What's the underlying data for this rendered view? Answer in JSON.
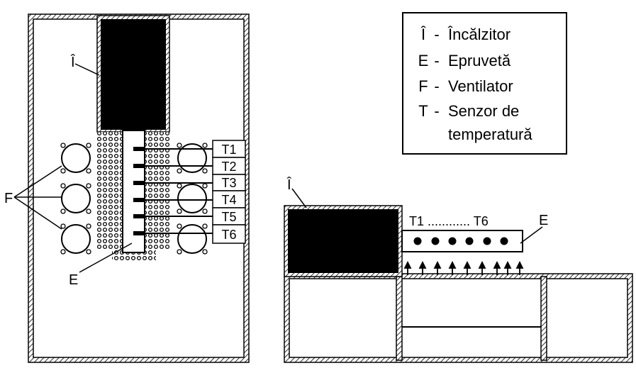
{
  "legend": {
    "entries": [
      {
        "symbol": "Î",
        "sep": "-",
        "text": "Încălzitor"
      },
      {
        "symbol": "E",
        "sep": "-",
        "text": "Epruvetă"
      },
      {
        "symbol": "F",
        "sep": "-",
        "text": "Ventilator"
      },
      {
        "symbol": "T",
        "sep": "-",
        "text": "Senzor de"
      }
    ],
    "continuation": "temperatură"
  },
  "left_view": {
    "heater_label": "Î",
    "fan_label": "F",
    "specimen_label": "E",
    "sensors": [
      "T1",
      "T2",
      "T3",
      "T4",
      "T5",
      "T6"
    ]
  },
  "right_view": {
    "heater_label": "Î",
    "specimen_label": "E",
    "sensor_range": "T1 ............ T6"
  }
}
